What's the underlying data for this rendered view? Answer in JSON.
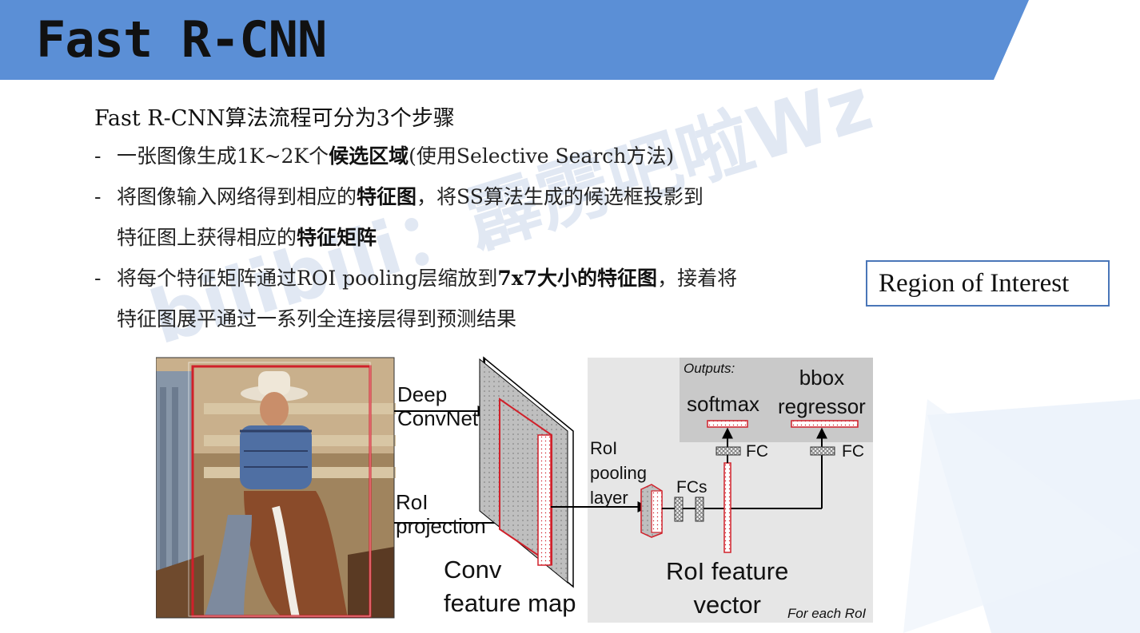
{
  "header": {
    "title": "Fast R-CNN"
  },
  "content": {
    "heading": "Fast R-CNN算法流程可分为3个步骤",
    "lines": [
      {
        "pre": "一张图像生成1K~2K个",
        "bold": "候选区域",
        "post": "(使用Selective Search方法)"
      },
      {
        "pre": "将图像输入网络得到相应的",
        "bold": "特征图",
        "post": "，将SS算法生成的候选框投影到"
      },
      {
        "pre": "特征图上获得相应的",
        "bold": "特征矩阵",
        "post": ""
      },
      {
        "pre": "将每个特征矩阵通过ROI pooling层缩放到",
        "bold": "7x7大小的特征图",
        "post": "，接着将"
      },
      {
        "pre": "特征图展平通过一系列全连接层得到预测结果",
        "bold": "",
        "post": ""
      }
    ],
    "dash": "-"
  },
  "roi_box": {
    "text": "Region of Interest"
  },
  "watermark": "bilibili：霹雳吧啦Wz",
  "diagram": {
    "deep_convnet": "Deep\nConvNet",
    "roi_projection": "RoI\nprojection",
    "conv_feature_map": "Conv\nfeature map",
    "roi_pooling_layer": "RoI\npooling\nlayer",
    "fcs": "FCs",
    "roi_feature_vector": "RoI feature\nvector",
    "outputs": "Outputs:",
    "softmax": "softmax",
    "bbox_regressor": "bbox\nregressor",
    "fc_left": "FC",
    "fc_right": "FC",
    "for_each_roi": "For each RoI"
  },
  "colors": {
    "accent_blue": "#5b8fd6",
    "red": "#d0202a",
    "gray_panel": "#e6e6e6",
    "dark_gray_panel": "#c9c9c9"
  }
}
